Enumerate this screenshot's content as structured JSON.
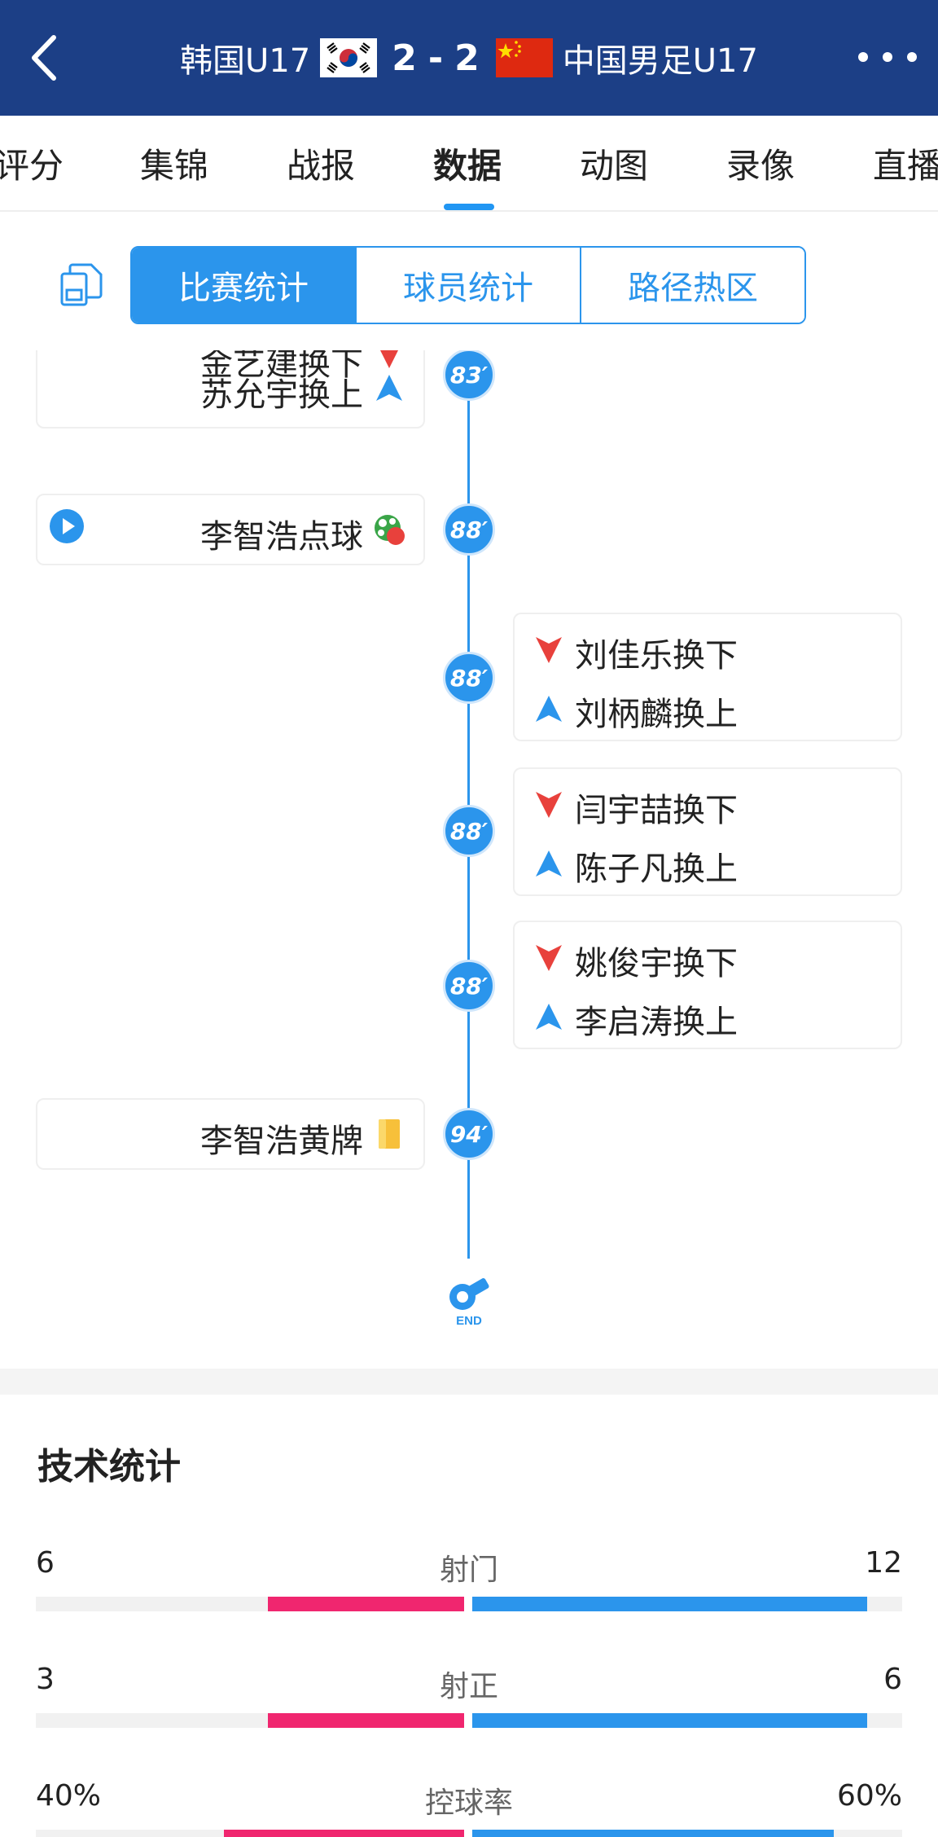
{
  "header": {
    "home_team": "韩国U17",
    "home_score": "2",
    "separator": "-",
    "away_score": "2",
    "away_team": "中国男足U17"
  },
  "tabs": [
    {
      "label": "评分",
      "active": false
    },
    {
      "label": "集锦",
      "active": false
    },
    {
      "label": "战报",
      "active": false
    },
    {
      "label": "数据",
      "active": true
    },
    {
      "label": "动图",
      "active": false
    },
    {
      "label": "录像",
      "active": false
    },
    {
      "label": "直播",
      "active": false
    }
  ],
  "segments": [
    {
      "label": "比赛统计",
      "active": true
    },
    {
      "label": "球员统计",
      "active": false
    },
    {
      "label": "路径热区",
      "active": false
    }
  ],
  "timeline": [
    {
      "minute": "83′",
      "side": "left",
      "lines": [
        {
          "text": "金艺建换下",
          "icon": "sub-out-icon"
        },
        {
          "text": "苏允宇换上",
          "icon": "sub-in-icon"
        }
      ]
    },
    {
      "minute": "88′",
      "side": "left",
      "lines": [
        {
          "text": "李智浩点球",
          "icon": "penalty-goal-icon"
        }
      ],
      "has_video": true
    },
    {
      "minute": "88′",
      "side": "right",
      "lines": [
        {
          "text": "刘佳乐换下",
          "icon": "sub-out-icon"
        },
        {
          "text": "刘柄麟换上",
          "icon": "sub-in-icon"
        }
      ]
    },
    {
      "minute": "88′",
      "side": "right",
      "lines": [
        {
          "text": "闫宇喆换下",
          "icon": "sub-out-icon"
        },
        {
          "text": "陈子凡换上",
          "icon": "sub-in-icon"
        }
      ]
    },
    {
      "minute": "88′",
      "side": "right",
      "lines": [
        {
          "text": "姚俊宇换下",
          "icon": "sub-out-icon"
        },
        {
          "text": "李启涛换上",
          "icon": "sub-in-icon"
        }
      ]
    },
    {
      "minute": "94′",
      "side": "left",
      "lines": [
        {
          "text": "李智浩黄牌",
          "icon": "yellow-card-icon"
        }
      ]
    }
  ],
  "end_label": "END",
  "stats": {
    "title": "技术统计",
    "rows": [
      {
        "label": "射门",
        "home": "6",
        "away": "12",
        "home_share": 0.229,
        "away_share": 0.459
      },
      {
        "label": "射正",
        "home": "3",
        "away": "6",
        "home_share": 0.229,
        "away_share": 0.459
      },
      {
        "label": "控球率",
        "home": "40%",
        "away": "60%",
        "home_share": 0.28,
        "away_share": 0.42
      }
    ]
  },
  "colors": {
    "header_bg": "#1c3f86",
    "accent_blue": "#2b95ec",
    "home_bar": "#f0266f",
    "sub_out_red": "#e8413c"
  }
}
